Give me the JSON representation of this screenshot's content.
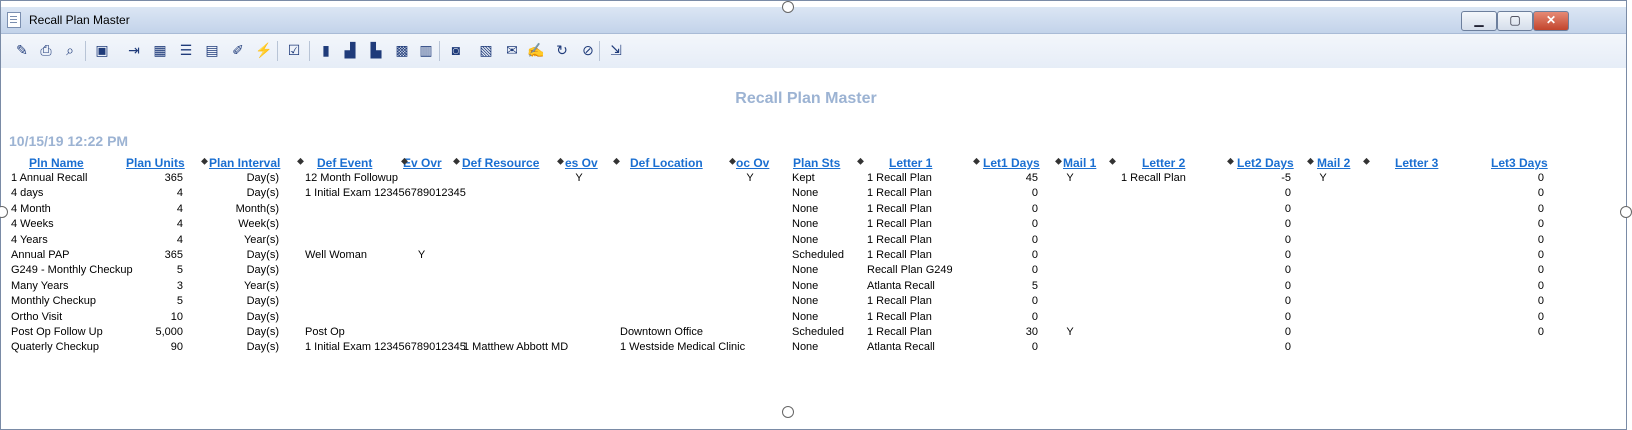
{
  "window": {
    "title": "Recall Plan Master",
    "minimize": "▁",
    "maximize": "▢",
    "close": "✕"
  },
  "toolbar": [
    {
      "name": "print-setup-icon",
      "glyph": "✎"
    },
    {
      "name": "printer-icon",
      "glyph": "⎙"
    },
    {
      "name": "print-preview-icon",
      "glyph": "⌕"
    },
    {
      "name": "save-icon",
      "glyph": "▣"
    },
    {
      "name": "insert-row-icon",
      "glyph": "⇥"
    },
    {
      "name": "columns-icon",
      "glyph": "▦"
    },
    {
      "name": "form-icon",
      "glyph": "☰"
    },
    {
      "name": "record-icon",
      "glyph": "▤"
    },
    {
      "name": "clear-icon",
      "glyph": "✐"
    },
    {
      "name": "run-icon",
      "glyph": "⚡"
    },
    {
      "name": "checklist-icon",
      "glyph": "☑"
    },
    {
      "name": "bar-chart-icon",
      "glyph": "▮"
    },
    {
      "name": "chart-export-icon",
      "glyph": "▟"
    },
    {
      "name": "chart-filter-icon",
      "glyph": "▙"
    },
    {
      "name": "chart-red-icon",
      "glyph": "▩"
    },
    {
      "name": "report-icon",
      "glyph": "▥"
    },
    {
      "name": "camera-icon",
      "glyph": "◙"
    },
    {
      "name": "grid-icon",
      "glyph": "▧"
    },
    {
      "name": "email-icon",
      "glyph": "✉"
    },
    {
      "name": "edit-icon",
      "glyph": "✍"
    },
    {
      "name": "refresh-icon",
      "glyph": "↻"
    },
    {
      "name": "stop-icon",
      "glyph": "⊘"
    },
    {
      "name": "exit-icon",
      "glyph": "⇲"
    }
  ],
  "report": {
    "title": "Recall Plan Master",
    "datetime": "10/15/19 12:22 PM"
  },
  "columns": [
    {
      "key": "name",
      "label": "Pln Name"
    },
    {
      "key": "units",
      "label": "Plan Units"
    },
    {
      "key": "interval",
      "label": "Plan Interval"
    },
    {
      "key": "event",
      "label": "Def Event"
    },
    {
      "key": "ev_ovr",
      "label": "Ev Ovr"
    },
    {
      "key": "resource",
      "label": "Def Resource"
    },
    {
      "key": "res_ovr",
      "label": "es Ov"
    },
    {
      "key": "location",
      "label": "Def Location"
    },
    {
      "key": "loc_ovr",
      "label": "oc Ov"
    },
    {
      "key": "sts",
      "label": "Plan Sts"
    },
    {
      "key": "letter1",
      "label": "Letter 1"
    },
    {
      "key": "let1days",
      "label": "Let1 Days"
    },
    {
      "key": "mail1",
      "label": "Mail 1"
    },
    {
      "key": "letter2",
      "label": "Letter 2"
    },
    {
      "key": "let2days",
      "label": "Let2 Days"
    },
    {
      "key": "mail2",
      "label": "Mail 2"
    },
    {
      "key": "letter3",
      "label": "Letter 3"
    },
    {
      "key": "let3days",
      "label": "Let3 Days"
    }
  ],
  "rows": [
    {
      "name": "1 Annual Recall",
      "units": "365",
      "interval": "Day(s)",
      "event": "12 Month Followup",
      "ev_ovr": "",
      "resource": "",
      "res_ovr": "Y",
      "location": "",
      "loc_ovr": "Y",
      "sts": "Kept",
      "letter1": "1 Recall Plan",
      "let1days": "45",
      "mail1": "Y",
      "letter2": "1 Recall Plan",
      "let2days": "-5",
      "mail2": "Y",
      "letter3": "",
      "let3days": "0"
    },
    {
      "name": "4 days",
      "units": "4",
      "interval": "Day(s)",
      "event": "1 Initial Exam 123456789012345",
      "ev_ovr": "",
      "resource": "",
      "res_ovr": "",
      "location": "",
      "loc_ovr": "",
      "sts": "None",
      "letter1": "1 Recall Plan",
      "let1days": "0",
      "mail1": "",
      "letter2": "",
      "let2days": "0",
      "mail2": "",
      "letter3": "",
      "let3days": "0"
    },
    {
      "name": "4 Month",
      "units": "4",
      "interval": "Month(s)",
      "event": "",
      "ev_ovr": "",
      "resource": "",
      "res_ovr": "",
      "location": "",
      "loc_ovr": "",
      "sts": "None",
      "letter1": "1 Recall Plan",
      "let1days": "0",
      "mail1": "",
      "letter2": "",
      "let2days": "0",
      "mail2": "",
      "letter3": "",
      "let3days": "0"
    },
    {
      "name": "4 Weeks",
      "units": "4",
      "interval": "Week(s)",
      "event": "",
      "ev_ovr": "",
      "resource": "",
      "res_ovr": "",
      "location": "",
      "loc_ovr": "",
      "sts": "None",
      "letter1": "1 Recall Plan",
      "let1days": "0",
      "mail1": "",
      "letter2": "",
      "let2days": "0",
      "mail2": "",
      "letter3": "",
      "let3days": "0"
    },
    {
      "name": "4 Years",
      "units": "4",
      "interval": "Year(s)",
      "event": "",
      "ev_ovr": "",
      "resource": "",
      "res_ovr": "",
      "location": "",
      "loc_ovr": "",
      "sts": "None",
      "letter1": "1 Recall Plan",
      "let1days": "0",
      "mail1": "",
      "letter2": "",
      "let2days": "0",
      "mail2": "",
      "letter3": "",
      "let3days": "0"
    },
    {
      "name": "Annual PAP",
      "units": "365",
      "interval": "Day(s)",
      "event": "Well Woman",
      "ev_ovr": "Y",
      "resource": "",
      "res_ovr": "",
      "location": "",
      "loc_ovr": "",
      "sts": "Scheduled",
      "letter1": "1 Recall Plan",
      "let1days": "0",
      "mail1": "",
      "letter2": "",
      "let2days": "0",
      "mail2": "",
      "letter3": "",
      "let3days": "0"
    },
    {
      "name": "G249 - Monthly Checkup",
      "units": "5",
      "interval": "Day(s)",
      "event": "",
      "ev_ovr": "",
      "resource": "",
      "res_ovr": "",
      "location": "",
      "loc_ovr": "",
      "sts": "None",
      "letter1": "Recall Plan G249",
      "let1days": "0",
      "mail1": "",
      "letter2": "",
      "let2days": "0",
      "mail2": "",
      "letter3": "",
      "let3days": "0"
    },
    {
      "name": "Many Years",
      "units": "3",
      "interval": "Year(s)",
      "event": "",
      "ev_ovr": "",
      "resource": "",
      "res_ovr": "",
      "location": "",
      "loc_ovr": "",
      "sts": "None",
      "letter1": "Atlanta Recall",
      "let1days": "5",
      "mail1": "",
      "letter2": "",
      "let2days": "0",
      "mail2": "",
      "letter3": "",
      "let3days": "0"
    },
    {
      "name": "Monthly Checkup",
      "units": "5",
      "interval": "Day(s)",
      "event": "",
      "ev_ovr": "",
      "resource": "",
      "res_ovr": "",
      "location": "",
      "loc_ovr": "",
      "sts": "None",
      "letter1": "1 Recall Plan",
      "let1days": "0",
      "mail1": "",
      "letter2": "",
      "let2days": "0",
      "mail2": "",
      "letter3": "",
      "let3days": "0"
    },
    {
      "name": "Ortho Visit",
      "units": "10",
      "interval": "Day(s)",
      "event": "",
      "ev_ovr": "",
      "resource": "",
      "res_ovr": "",
      "location": "",
      "loc_ovr": "",
      "sts": "None",
      "letter1": "1 Recall Plan",
      "let1days": "0",
      "mail1": "",
      "letter2": "",
      "let2days": "0",
      "mail2": "",
      "letter3": "",
      "let3days": "0"
    },
    {
      "name": "Post Op Follow Up",
      "units": "5,000",
      "interval": "Day(s)",
      "event": "Post Op",
      "ev_ovr": "",
      "resource": "",
      "res_ovr": "",
      "location": "Downtown Office",
      "loc_ovr": "",
      "sts": "Scheduled",
      "letter1": "1 Recall Plan",
      "let1days": "30",
      "mail1": "Y",
      "letter2": "",
      "let2days": "0",
      "mail2": "",
      "letter3": "",
      "let3days": "0"
    },
    {
      "name": "Quaterly Checkup",
      "units": "90",
      "interval": "Day(s)",
      "event": "1 Initial Exam 123456789012345",
      "ev_ovr": "",
      "resource": "1 Matthew Abbott MD",
      "res_ovr": "",
      "location": "1 Westside Medical Clinic",
      "loc_ovr": "",
      "sts": "None",
      "letter1": "Atlanta Recall",
      "let1days": "0",
      "mail1": "",
      "letter2": "",
      "let2days": "0",
      "mail2": "",
      "letter3": "",
      "let3days": ""
    }
  ]
}
